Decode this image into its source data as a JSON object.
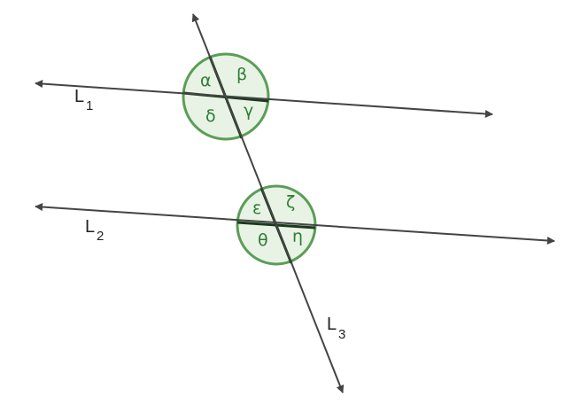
{
  "diagram": {
    "lines": [
      {
        "id": "L1",
        "name": "L",
        "subscript": "1"
      },
      {
        "id": "L2",
        "name": "L",
        "subscript": "2"
      },
      {
        "id": "L3",
        "name": "L",
        "subscript": "3"
      }
    ],
    "angles_top": [
      "α",
      "β",
      "δ",
      "γ"
    ],
    "angles_bottom": [
      "ε",
      "ζ",
      "θ",
      "η"
    ],
    "colors": {
      "line": "#444444",
      "circle_fill": "#e8f3e6",
      "circle_stroke": "#5a9e56",
      "label": "#2e7d32"
    }
  }
}
